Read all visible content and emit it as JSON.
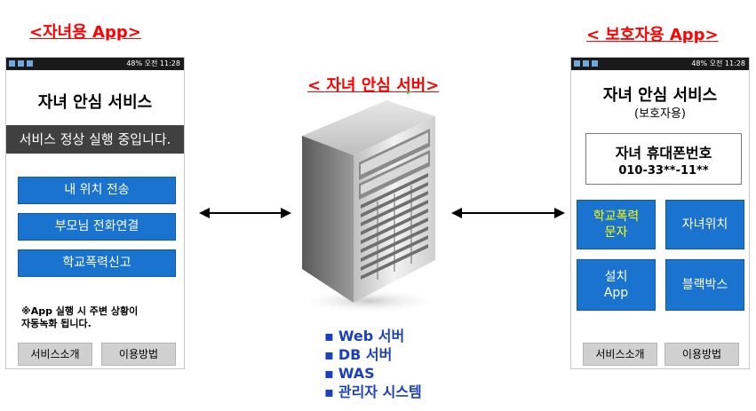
{
  "left_app": {
    "title": "<자녀용 App>",
    "status": "48% 오전 11:28",
    "app_title": "자녀 안심 서비스",
    "banner": "서비스 정상 실행 중입니다.",
    "buttons": [
      "내 위치 전송",
      "부모님 전화연결",
      "학교폭력신고"
    ],
    "note_line1": "※App 실행 시 주변 상황이",
    "note_line2": "자동녹화 됩니다.",
    "footer": [
      "서비스소개",
      "이용방법"
    ]
  },
  "server": {
    "title": "< 자녀 안심 서버>",
    "items": [
      "Web 서버",
      "DB 서버",
      "WAS",
      "관리자 시스템"
    ]
  },
  "right_app": {
    "title": "< 보호자용 App>",
    "status": "48% 오전 11:28",
    "app_title": "자녀 안심 서비스",
    "app_subtitle": "(보호자용)",
    "phone_label": "자녀 휴대폰번호",
    "phone_number": "010-33**-11**",
    "tiles": [
      {
        "line1": "학교폭력",
        "line2": "문자"
      },
      {
        "line1": "자녀위치",
        "line2": ""
      },
      {
        "line1": "설치",
        "line2": "App"
      },
      {
        "line1": "블랙박스",
        "line2": ""
      }
    ],
    "footer": [
      "서비스소개",
      "이용방법"
    ]
  },
  "colors": {
    "accent_red": "#ff0000",
    "button_blue": "#1a73cf",
    "tile_highlight_text": "#ffff00",
    "list_blue": "#1a3fbf"
  }
}
